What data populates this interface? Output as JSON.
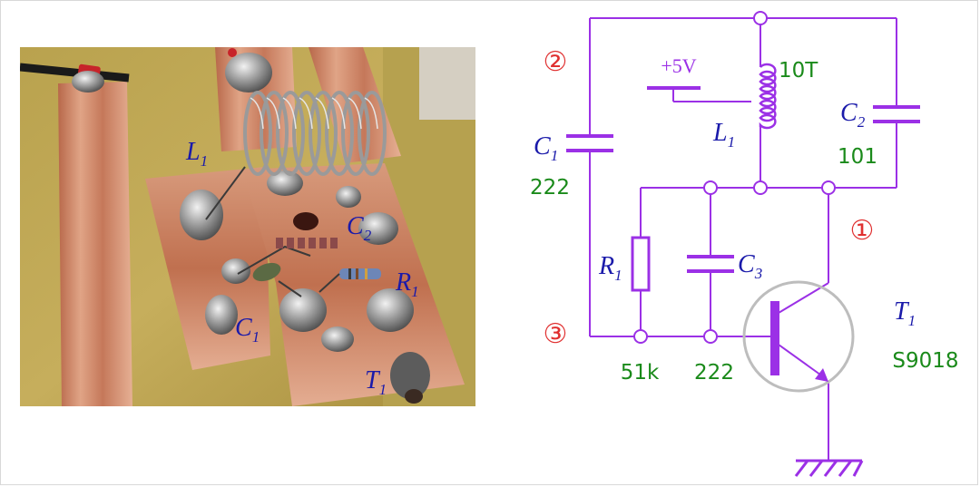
{
  "colors": {
    "wire": "#9b30e6",
    "value_text": "#1a8a1a",
    "node_number": "#e03030",
    "label_text": "#1a1aaa",
    "transistor_circle": "#bdbdbd"
  },
  "photo": {
    "labels": {
      "L1": {
        "main": "L",
        "sub": "1"
      },
      "C2": {
        "main": "C",
        "sub": "2"
      },
      "R1": {
        "main": "R",
        "sub": "1"
      },
      "C1": {
        "main": "C",
        "sub": "1"
      },
      "T1": {
        "main": "T",
        "sub": "1"
      }
    }
  },
  "schematic": {
    "nodes": {
      "n1": "①",
      "n2": "②",
      "n3": "③"
    },
    "supply": "+5V",
    "L1": {
      "main": "L",
      "sub": "1",
      "value": "10T"
    },
    "C1": {
      "main": "C",
      "sub": "1",
      "value": "222"
    },
    "C2": {
      "main": "C",
      "sub": "2",
      "value": "101"
    },
    "C3": {
      "main": "C",
      "sub": "3",
      "value": "222"
    },
    "R1": {
      "main": "R",
      "sub": "1",
      "value": "51k"
    },
    "T1": {
      "main": "T",
      "sub": "1",
      "value": "S9018"
    }
  }
}
